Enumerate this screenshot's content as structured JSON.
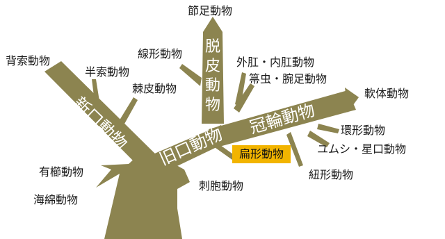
{
  "colors": {
    "trunk": "#8c8450",
    "trunk_text": "#ffffff",
    "highlight": "#f2b400",
    "label_text": "#1a1a1a"
  },
  "branches": {
    "deuterostomia": "新口動物",
    "protostomia": "旧口動物",
    "ecdysozoa": "脱皮動物",
    "lophotrochozoa": "冠輪動物"
  },
  "taxa": {
    "arthropoda": "節足動物",
    "nematoda": "線形動物",
    "hemichordata": "半索動物",
    "echinodermata": "棘皮動物",
    "chordata": "背索動物",
    "entoprocta_ectoprocta": "外肛・内肛動物",
    "tardigrada_brachiopoda": "箒虫・腕足動物",
    "mollusca": "軟体動物",
    "annelida": "環形動物",
    "echiura_sipuncula": "ユムシ・星口動物",
    "nemertea": "紐形動物",
    "platyhelminthes": "扁形動物",
    "ctenophora": "有櫛動物",
    "porifera": "海綿動物",
    "cnidaria": "刺胞動物"
  }
}
